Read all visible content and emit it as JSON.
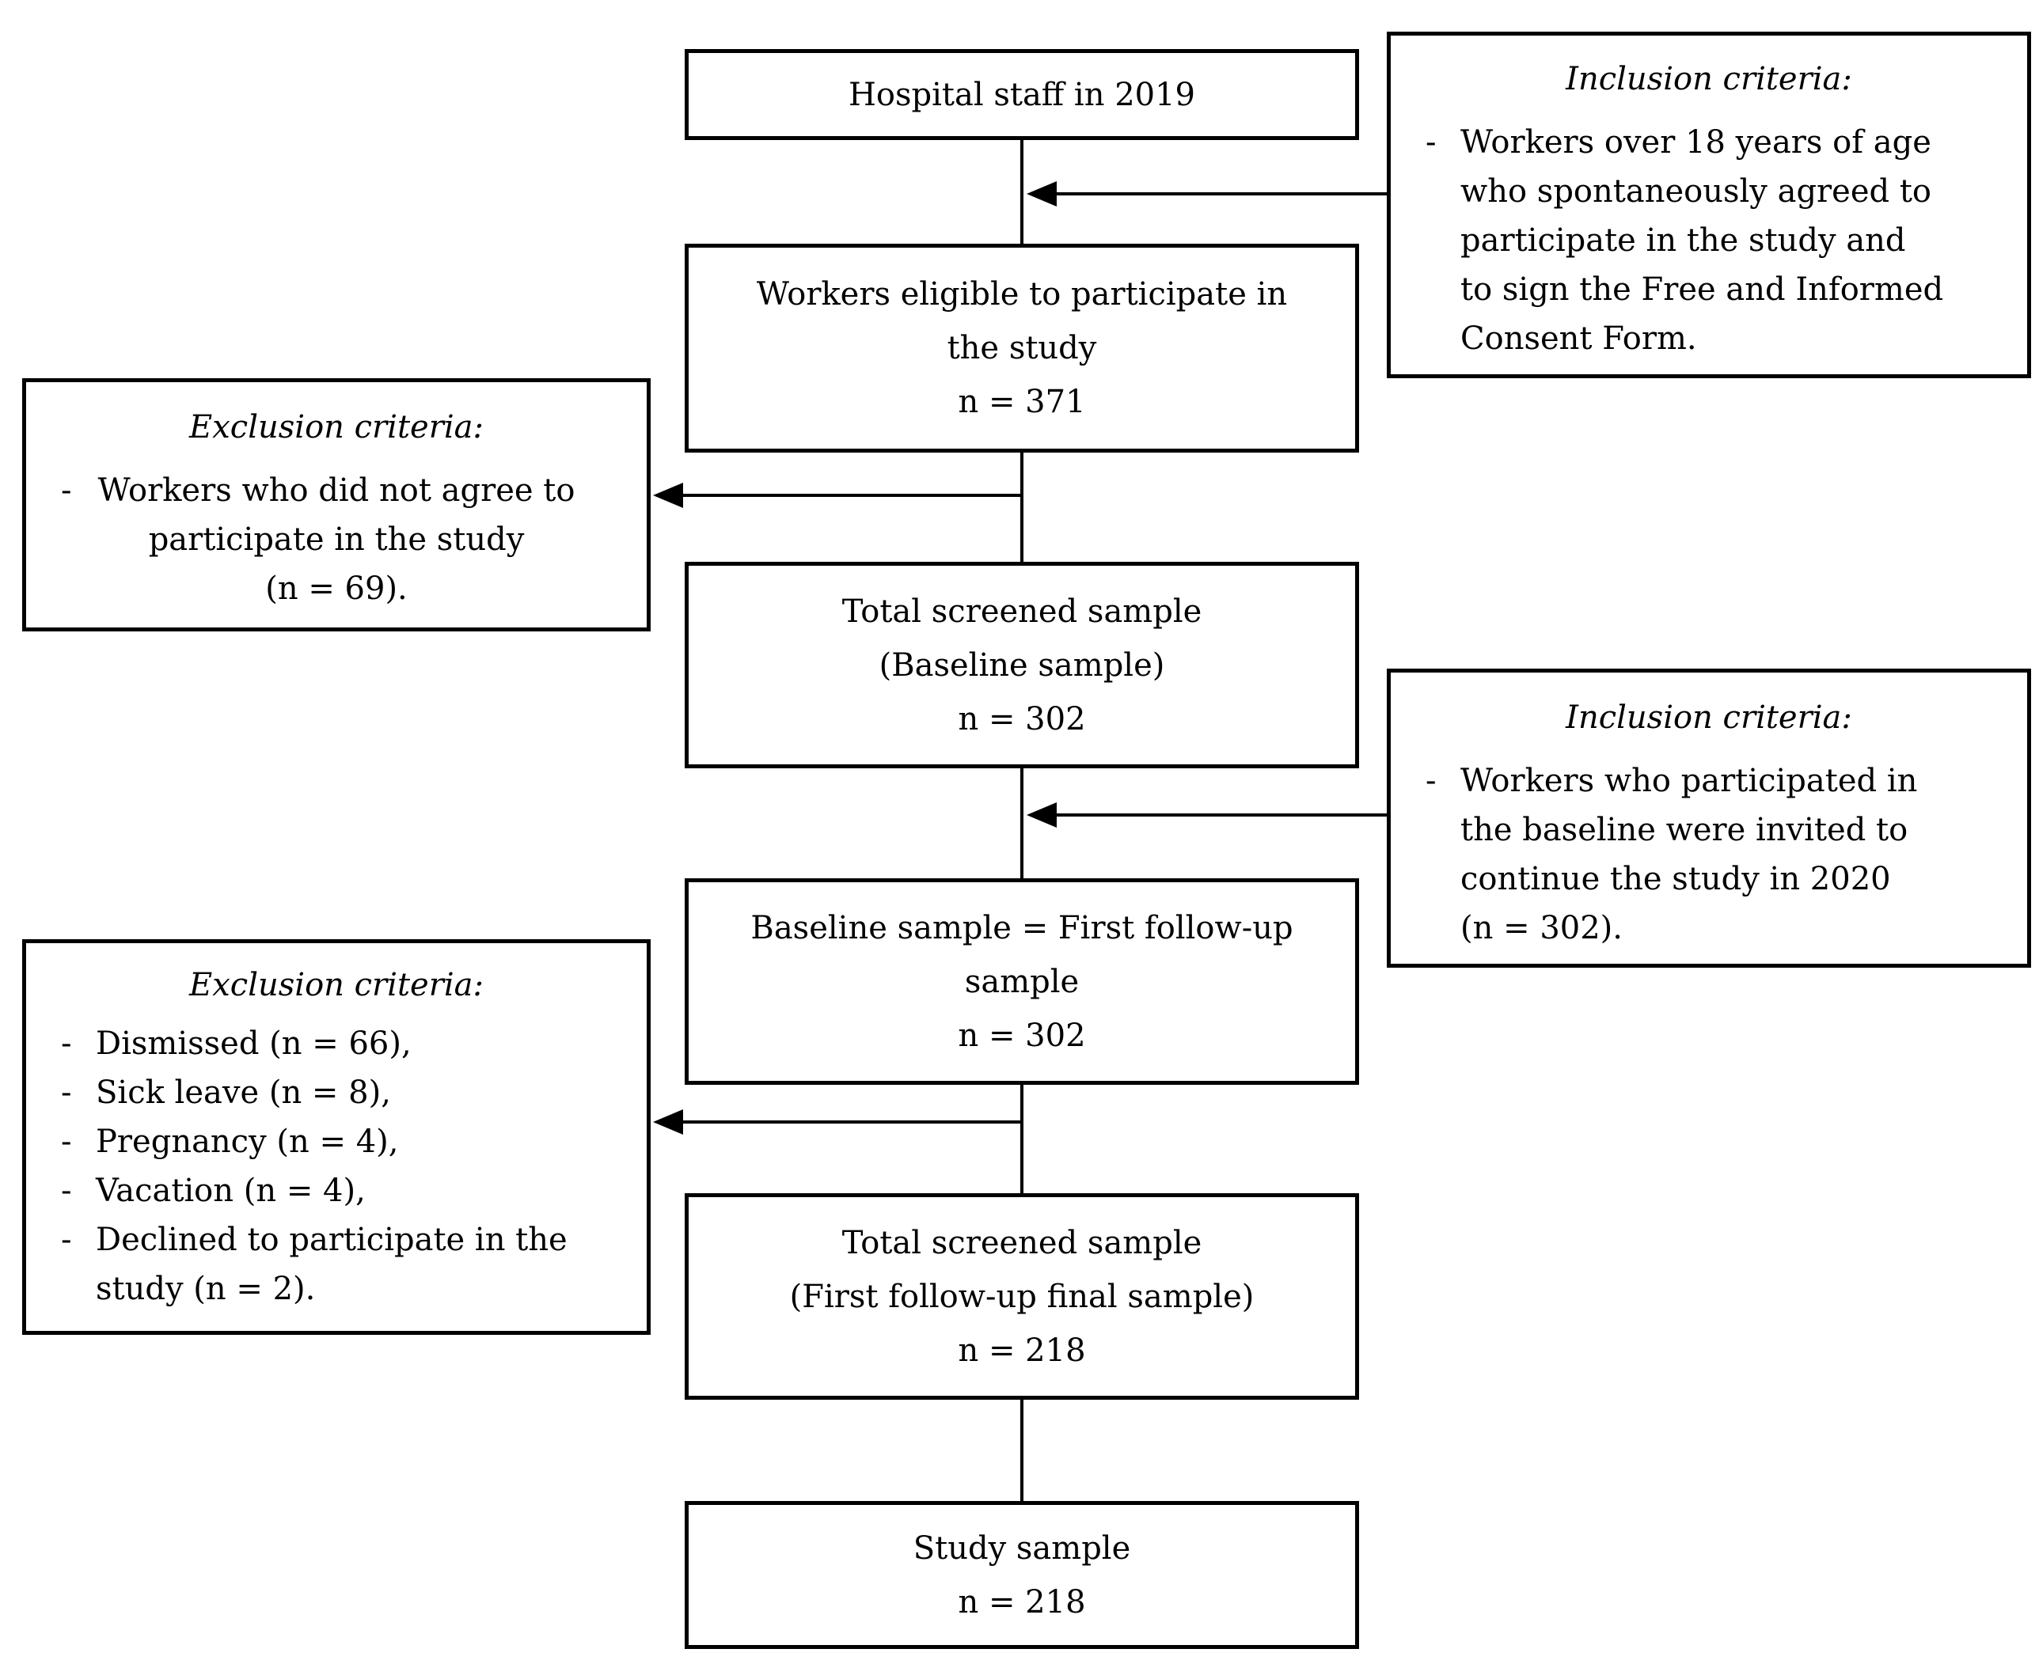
{
  "colors": {
    "background": "#ffffff",
    "line": "#000000",
    "text": "#000000"
  },
  "boxes": {
    "hospital_staff": {
      "lines": [
        "Hospital staff in 2019"
      ]
    },
    "eligible": {
      "lines": [
        "Workers eligible to participate in",
        "the study",
        "n = 371"
      ]
    },
    "baseline": {
      "lines": [
        "Total screened sample",
        "(Baseline sample)",
        "n = 302"
      ]
    },
    "first_followup": {
      "lines": [
        "Baseline sample = First follow-up",
        "sample",
        "n = 302"
      ]
    },
    "followup_final": {
      "lines": [
        "Total screened sample",
        "(First follow-up final sample)",
        "n = 218"
      ]
    },
    "study_sample": {
      "lines": [
        "Study sample",
        "n = 218"
      ]
    }
  },
  "criteria": {
    "inclusion_top": {
      "title": "Inclusion criteria:",
      "bullet": "-",
      "lines": [
        "Workers over 18 years of age",
        "who spontaneously agreed to",
        "participate in the study and",
        "to sign the Free and Informed",
        "Consent Form."
      ]
    },
    "exclusion_top": {
      "title": "Exclusion criteria:",
      "bullet": "-",
      "lines": [
        "Workers who did not agree to",
        "participate in the study",
        "(n = 69)."
      ]
    },
    "inclusion_bottom": {
      "title": "Inclusion criteria:",
      "bullet": "-",
      "lines": [
        "Workers who participated in",
        "the baseline were invited to",
        "continue the study in 2020",
        "(n = 302)."
      ]
    },
    "exclusion_bottom": {
      "title": "Exclusion criteria:",
      "bullet": "-",
      "items": [
        {
          "lines": [
            "Dismissed (n = 66),"
          ]
        },
        {
          "lines": [
            "Sick leave (n = 8),"
          ]
        },
        {
          "lines": [
            "Pregnancy (n = 4),"
          ]
        },
        {
          "lines": [
            "Vacation (n = 4),"
          ]
        },
        {
          "lines": [
            "Declined to participate in the",
            "study (n = 2)."
          ]
        }
      ]
    }
  }
}
